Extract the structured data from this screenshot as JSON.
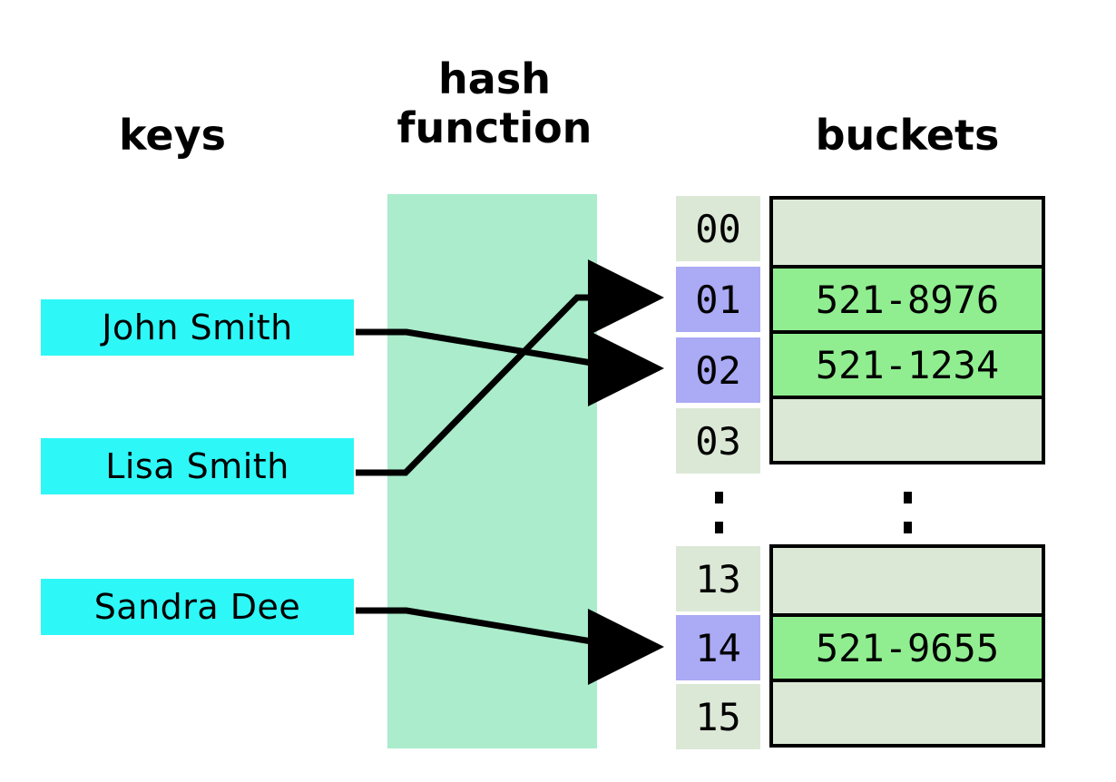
{
  "headers": {
    "keys": "keys",
    "hash_function": "hash\nfunction",
    "buckets": "buckets"
  },
  "keys": [
    {
      "label": "John Smith",
      "maps_to_index": "02"
    },
    {
      "label": "Lisa Smith",
      "maps_to_index": "01"
    },
    {
      "label": "Sandra Dee",
      "maps_to_index": "14"
    }
  ],
  "index_column": {
    "top_group": [
      {
        "index": "00",
        "highlighted": false
      },
      {
        "index": "01",
        "highlighted": true
      },
      {
        "index": "02",
        "highlighted": true
      },
      {
        "index": "03",
        "highlighted": false
      }
    ],
    "ellipsis": ":",
    "bottom_group": [
      {
        "index": "13",
        "highlighted": false
      },
      {
        "index": "14",
        "highlighted": true
      },
      {
        "index": "15",
        "highlighted": false
      }
    ]
  },
  "buckets": {
    "top_group": [
      {
        "value": "",
        "filled": false
      },
      {
        "value": "521-8976",
        "filled": true
      },
      {
        "value": "521-1234",
        "filled": true
      },
      {
        "value": "",
        "filled": false
      }
    ],
    "ellipsis": ":",
    "bottom_group": [
      {
        "value": "",
        "filled": false
      },
      {
        "value": "521-9655",
        "filled": true
      },
      {
        "value": "",
        "filled": false
      }
    ]
  },
  "colors": {
    "key_box": "#2EF7F7",
    "hash_function_box": "#AAECCB",
    "index_plain": "#DBE8D6",
    "index_highlight": "#AAAAF5",
    "bucket_empty": "#DBE8D6",
    "bucket_filled": "#90EE90",
    "stroke": "#000000",
    "background": "#FFFFFF"
  }
}
